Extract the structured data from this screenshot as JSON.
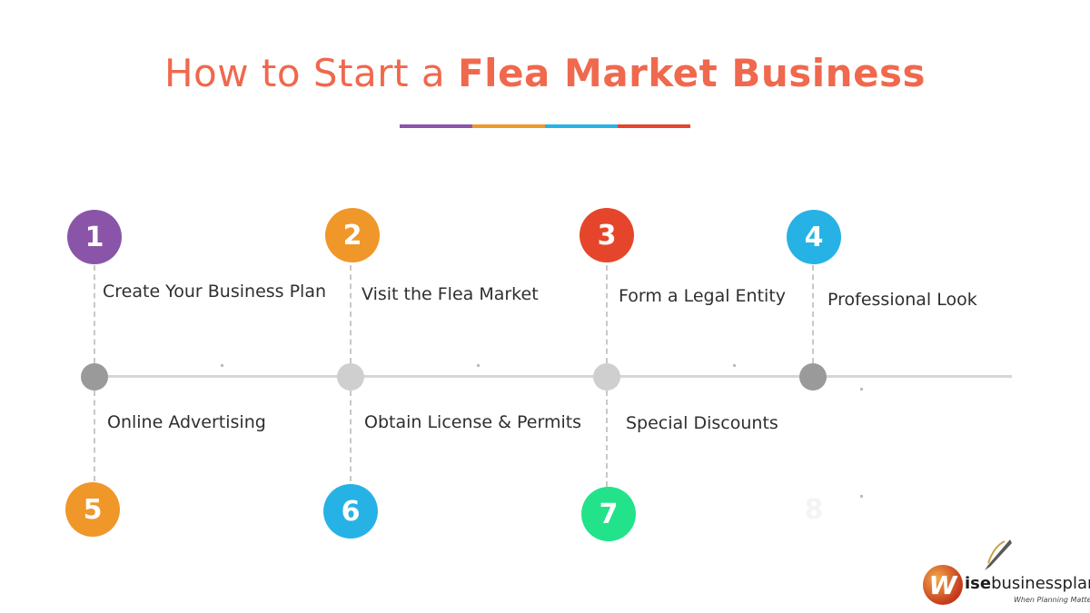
{
  "title": {
    "light": "How to Start a ",
    "bold": "Flea Market Business",
    "color": "#f0684d"
  },
  "underline_colors": [
    "#8a55a9",
    "#f0972a",
    "#27b2e6",
    "#e5462b"
  ],
  "steps_top": [
    {
      "number": "1",
      "label": "Create Your Business Plan",
      "color": "#8a55a9"
    },
    {
      "number": "2",
      "label": "Visit the Flea Market",
      "color": "#f0972a"
    },
    {
      "number": "3",
      "label": "Form a Legal Entity",
      "color": "#e5462b"
    },
    {
      "number": "4",
      "label": "Professional Look",
      "color": "#27b2e6"
    }
  ],
  "steps_bottom": [
    {
      "number": "5",
      "label": "Online Advertising",
      "color": "#f0972a"
    },
    {
      "number": "6",
      "label": "Obtain License & Permits",
      "color": "#27b2e6"
    },
    {
      "number": "7",
      "label": "Special Discounts",
      "color": "#22e38a"
    },
    {
      "number": "8",
      "label": "",
      "color": "#ffffff"
    }
  ],
  "timeline_dot_colors": [
    "#9a9a9a",
    "#cfcfcf",
    "#cfcfcf",
    "#9a9a9a"
  ],
  "logo": {
    "brand_bold": "ise",
    "brand_rest": "businessplans",
    "mark": "W",
    "registered": "®",
    "tagline": "When Planning Matters"
  }
}
